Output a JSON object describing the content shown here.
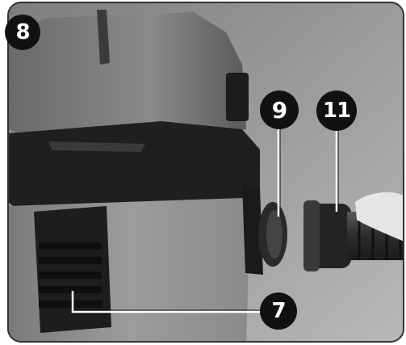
{
  "callouts": {
    "figure_number": "8",
    "part_9": "9",
    "part_11": "11",
    "part_7": "7"
  },
  "colors": {
    "callout_fill": "#111111",
    "callout_text": "#ffffff",
    "leader_line": "#ffffff",
    "frame": "#333333",
    "background": "#8a8a8a"
  }
}
